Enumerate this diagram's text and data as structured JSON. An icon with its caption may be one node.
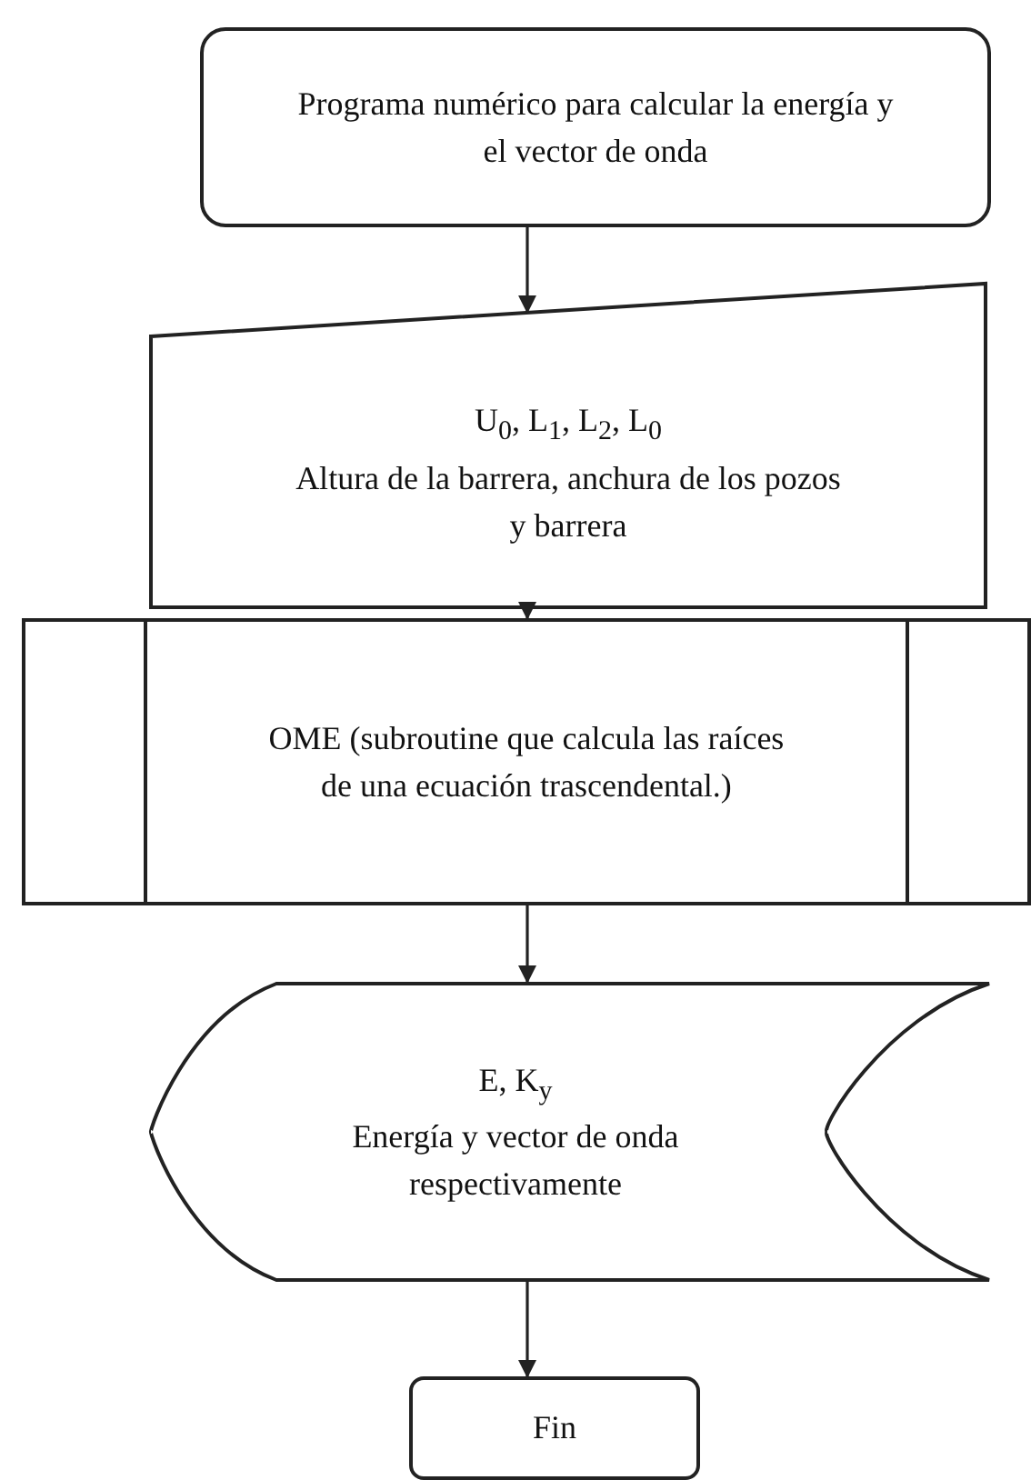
{
  "diagram": {
    "nodes": [
      {
        "text": [
          "Programa numérico para calcular la energía y el vector de onda"
        ]
      },
      {
        "text": [
          "U$_{0}$, L$_{1}$, L$_{2}$, L$_{0}$",
          "Altura de la barrera, anchura de los pozos y barrera"
        ]
      },
      {
        "text": [
          "OME (subroutine que calcula las raíces de una ecuación trascendental.)"
        ]
      },
      {
        "text": [
          "E, K$_{y}$",
          "Energía y vector de onda respectivamente"
        ]
      },
      {
        "text": [
          "Fin"
        ]
      }
    ],
    "edges": [
      {
        "from": 0,
        "to": 1,
        "arrow": "to"
      },
      {
        "from": 1,
        "to": 2,
        "arrow": "to"
      },
      {
        "from": 2,
        "to": 3,
        "arrow": "to"
      },
      {
        "from": 3,
        "to": 4,
        "arrow": "to"
      }
    ]
  }
}
